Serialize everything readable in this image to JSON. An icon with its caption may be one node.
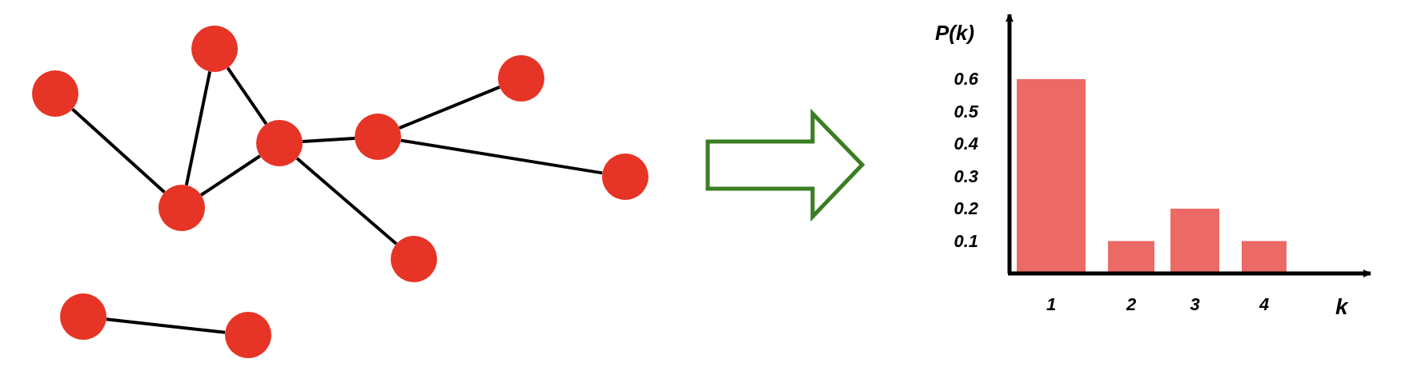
{
  "diagram": {
    "nodes": [
      {
        "text": [],
        "shape": "circle"
      },
      {
        "text": [],
        "shape": "circle"
      },
      {
        "text": [],
        "shape": "circle"
      },
      {
        "text": [],
        "shape": "circle"
      },
      {
        "text": [],
        "shape": "circle"
      },
      {
        "text": [],
        "shape": "circle"
      },
      {
        "text": [],
        "shape": "circle"
      },
      {
        "text": [],
        "shape": "circle"
      },
      {
        "text": [],
        "shape": "circle"
      },
      {
        "text": [],
        "shape": "circle"
      }
    ],
    "edges": [
      {
        "from": 0,
        "to": 2,
        "arrow": "none"
      },
      {
        "from": 3,
        "to": 2,
        "arrow": "none"
      },
      {
        "from": 3,
        "to": 5,
        "arrow": "none"
      },
      {
        "from": 2,
        "to": 5,
        "arrow": "none"
      },
      {
        "from": 5,
        "to": 6,
        "arrow": "none"
      },
      {
        "from": 5,
        "to": 7,
        "arrow": "none"
      },
      {
        "from": 6,
        "to": 8,
        "arrow": "none"
      },
      {
        "from": 6,
        "to": 9,
        "arrow": "none"
      },
      {
        "from": 1,
        "to": 4,
        "arrow": "none"
      }
    ],
    "chart_data": {
      "type": "bar",
      "xlabel": "k",
      "ylabel": "P(k)",
      "categories": [
        "1",
        "2",
        "3",
        "4"
      ],
      "series": [
        {
          "color": "#ec6a66",
          "values": [
            0.6,
            0.1,
            0.2,
            0.1
          ]
        }
      ],
      "yticks": [
        0.1,
        0.2,
        0.3,
        0.4,
        0.5,
        0.6
      ],
      "ylim": [
        0,
        0.8
      ]
    }
  }
}
